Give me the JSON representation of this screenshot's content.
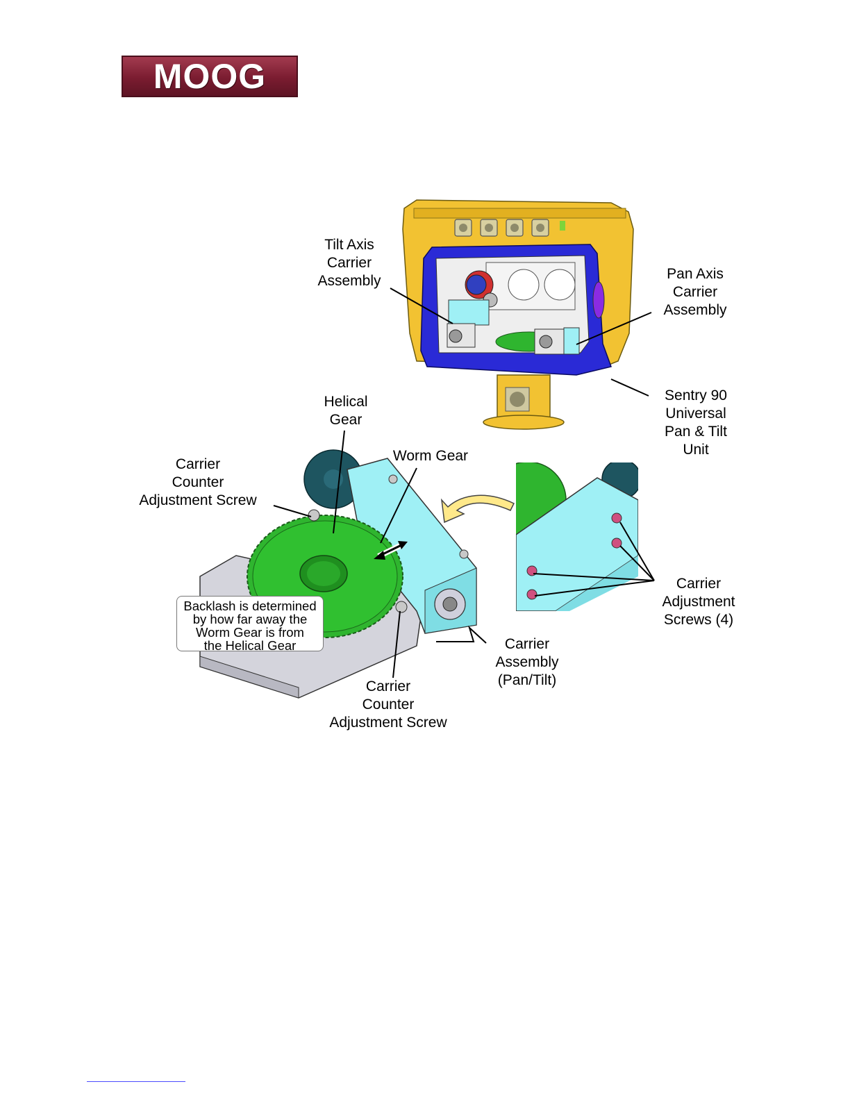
{
  "logo": {
    "text": "MOOG",
    "color": "#7a1c30"
  },
  "labels": {
    "tilt_axis": [
      "Tilt Axis",
      "Carrier",
      "Assembly"
    ],
    "pan_axis": [
      "Pan Axis",
      "Carrier",
      "Assembly"
    ],
    "sentry": [
      "Sentry 90",
      "Universal",
      "Pan & Tilt",
      "Unit"
    ],
    "helical_gear": [
      "Helical",
      "Gear"
    ],
    "worm_gear": "Worm Gear",
    "carrier_counter_top": [
      "Carrier",
      "Counter",
      "Adjustment Screw"
    ],
    "carrier_adjustment_screws": [
      "Carrier",
      "Adjustment",
      "Screws (4)"
    ],
    "carrier_assembly": [
      "Carrier",
      "Assembly",
      "(Pan/Tilt)"
    ],
    "carrier_counter_bottom": [
      "Carrier",
      "Counter",
      "Adjustment Screw"
    ],
    "backlash_note": [
      "Backlash is determined",
      "by how far away the",
      "Worm Gear is from",
      "the Helical Gear"
    ]
  },
  "colors": {
    "housing_yellow": "#f2c232",
    "frame_blue": "#2a2ad6",
    "gear_green": "#2fb52f",
    "carrier_cyan": "#9ff0f5",
    "base_gray": "#d4d4dc",
    "arrow_yellow": "#ffe98a"
  }
}
